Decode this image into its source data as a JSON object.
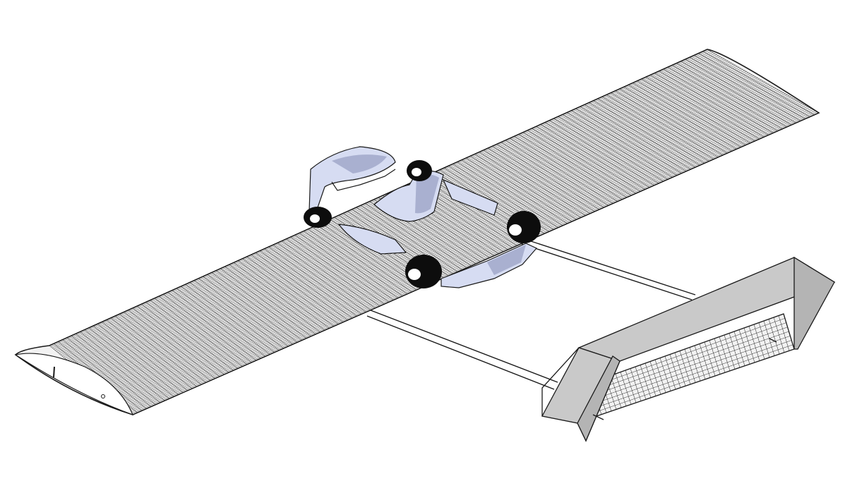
{
  "colors": {
    "background": "#ffffff",
    "line": "#1a1a1a",
    "wing_fill": "#f2f2f2",
    "tail_panel": "#c9c9c9",
    "tail_panel_dark": "#b4b4b4",
    "pod_fill": "#d6dcf2",
    "pod_shadow": "#a9b0d0",
    "wheel": "#0d0d0d"
  },
  "components": {
    "wing": "main-wing",
    "tail": "tail-assembly",
    "booms": "tail-booms",
    "pod": "fuselage-pod",
    "wheels": "landing-wheels"
  }
}
